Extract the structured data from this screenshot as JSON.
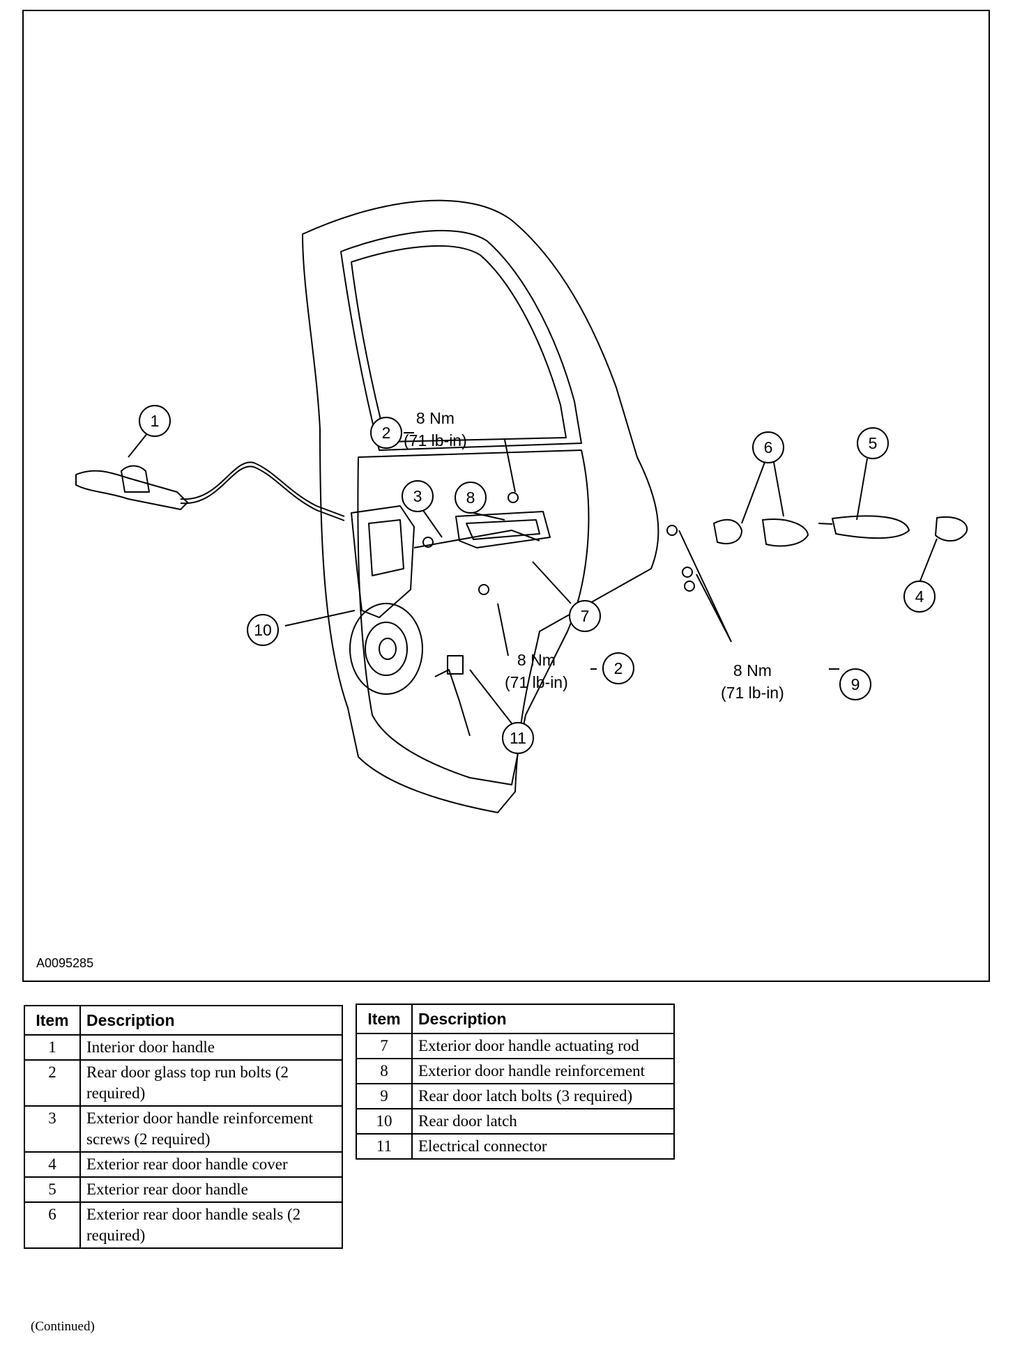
{
  "figure": {
    "id": "A0095285",
    "torque_label_1": "8 Nm",
    "torque_label_2": "(71 lb-in)",
    "callouts": [
      "1",
      "2",
      "2",
      "3",
      "4",
      "5",
      "6",
      "7",
      "8",
      "9",
      "10",
      "11"
    ]
  },
  "table_left": {
    "headers": [
      "Item",
      "Description"
    ],
    "rows": [
      {
        "item": "1",
        "desc": "Interior door handle"
      },
      {
        "item": "2",
        "desc": "Rear door glass top run bolts (2 required)"
      },
      {
        "item": "3",
        "desc": "Exterior door handle reinforcement screws (2 required)"
      },
      {
        "item": "4",
        "desc": "Exterior rear door handle cover"
      },
      {
        "item": "5",
        "desc": "Exterior rear door handle"
      },
      {
        "item": "6",
        "desc": "Exterior rear door handle seals (2 required)"
      }
    ]
  },
  "table_right": {
    "headers": [
      "Item",
      "Description"
    ],
    "rows": [
      {
        "item": "7",
        "desc": "Exterior door handle actuating rod"
      },
      {
        "item": "8",
        "desc": "Exterior door handle reinforcement"
      },
      {
        "item": "9",
        "desc": "Rear door latch bolts (3 required)"
      },
      {
        "item": "10",
        "desc": "Rear door latch"
      },
      {
        "item": "11",
        "desc": "Electrical connector"
      }
    ]
  },
  "footer": "(Continued)"
}
